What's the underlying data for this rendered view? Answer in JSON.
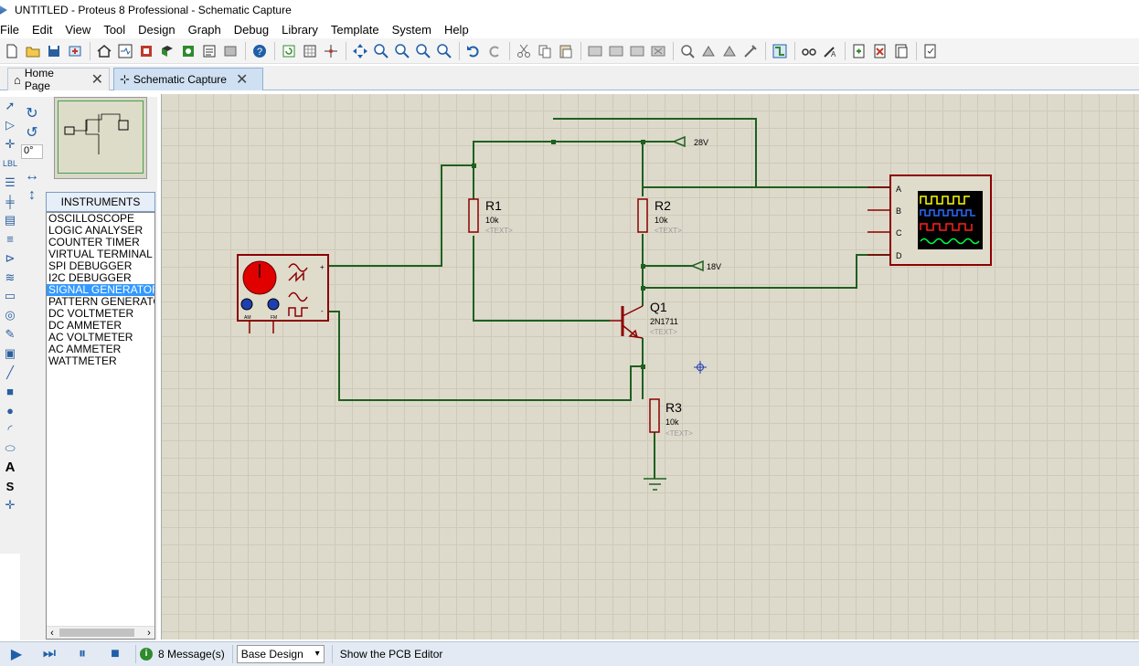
{
  "window": {
    "title": "UNTITLED - Proteus 8 Professional - Schematic Capture"
  },
  "menu": [
    "File",
    "Edit",
    "View",
    "Tool",
    "Design",
    "Graph",
    "Debug",
    "Library",
    "Template",
    "System",
    "Help"
  ],
  "toolbar": {
    "icons": [
      "new-file",
      "open-folder",
      "save",
      "import",
      "home",
      "schematic",
      "pcb",
      "3d-viewer",
      "gerber",
      "bom",
      "help",
      "refresh",
      "grid",
      "origin",
      "pan",
      "zoom-in",
      "zoom-out",
      "zoom-fit",
      "zoom-area",
      "undo",
      "redo",
      "cut",
      "copy",
      "paste",
      "block-copy",
      "block-move",
      "block-rotate",
      "block-delete",
      "pick-parts",
      "make-device",
      "packaging",
      "decompose",
      "wire-autorouter",
      "search",
      "property-assign",
      "new-sheet",
      "remove-sheet",
      "goto-sheet",
      "design-explorer"
    ]
  },
  "tabs": [
    {
      "label": "Home Page",
      "icon": "home-icon",
      "active": false
    },
    {
      "label": "Schematic Capture",
      "icon": "schematic-icon",
      "active": true
    }
  ],
  "left_toolbar": {
    "icons": [
      "select-icon",
      "component-icon",
      "junction-icon",
      "wire-label-icon",
      "text-script-icon",
      "bus-icon",
      "subcircuit-icon",
      "terminal-icon",
      "pin-icon",
      "graph-icon",
      "tape-icon",
      "generator-icon",
      "probe-icon",
      "instrument-icon",
      "line-icon",
      "box-icon",
      "circle-icon",
      "arc-icon",
      "path-icon",
      "text-icon",
      "symbol-icon",
      "marker-icon"
    ]
  },
  "rotation": {
    "angle": "0°"
  },
  "instruments": {
    "header": "INSTRUMENTS",
    "items": [
      "OSCILLOSCOPE",
      "LOGIC ANALYSER",
      "COUNTER TIMER",
      "VIRTUAL TERMINAL",
      "SPI DEBUGGER",
      "I2C DEBUGGER",
      "SIGNAL GENERATOR",
      "PATTERN GENERATOR",
      "DC VOLTMETER",
      "DC AMMETER",
      "AC VOLTMETER",
      "AC AMMETER",
      "WATTMETER"
    ],
    "selected": "SIGNAL GENERATOR"
  },
  "schematic": {
    "r1": {
      "name": "R1",
      "value": "10k",
      "text": "<TEXT>"
    },
    "r2": {
      "name": "R2",
      "value": "10k",
      "text": "<TEXT>"
    },
    "r3": {
      "name": "R3",
      "value": "10k",
      "text": "<TEXT>"
    },
    "q1": {
      "name": "Q1",
      "value": "2N1711",
      "text": "<TEXT>"
    },
    "power1": {
      "label": "28V"
    },
    "power2": {
      "label": "18V"
    },
    "scope": {
      "channels": [
        "A",
        "B",
        "C",
        "D"
      ]
    },
    "siggen": {
      "knob_labels": [
        "AM",
        "FM"
      ],
      "terminals": [
        "+",
        "-"
      ]
    }
  },
  "status": {
    "messages": "8 Message(s)",
    "design": "Base Design",
    "hint": "Show the PCB Editor"
  },
  "colors": {
    "wire": "#1f5f1f",
    "component": "#8b0000",
    "canvas": "#dddacb",
    "accent": "#3399ff"
  }
}
